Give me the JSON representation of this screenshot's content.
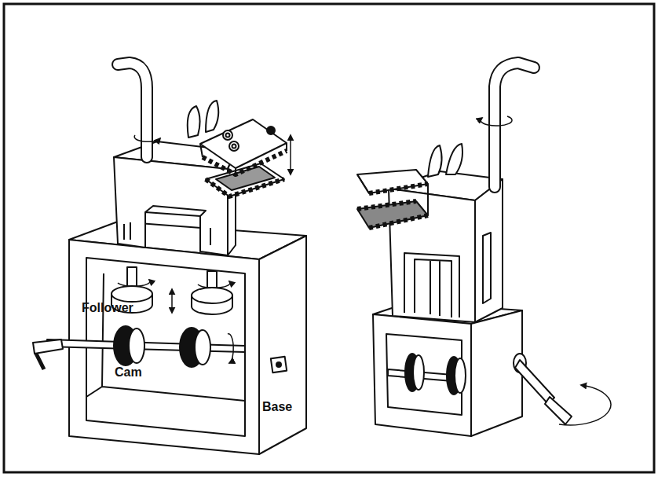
{
  "diagram": {
    "labels": [
      "Follower",
      "Cam",
      "Base"
    ]
  }
}
